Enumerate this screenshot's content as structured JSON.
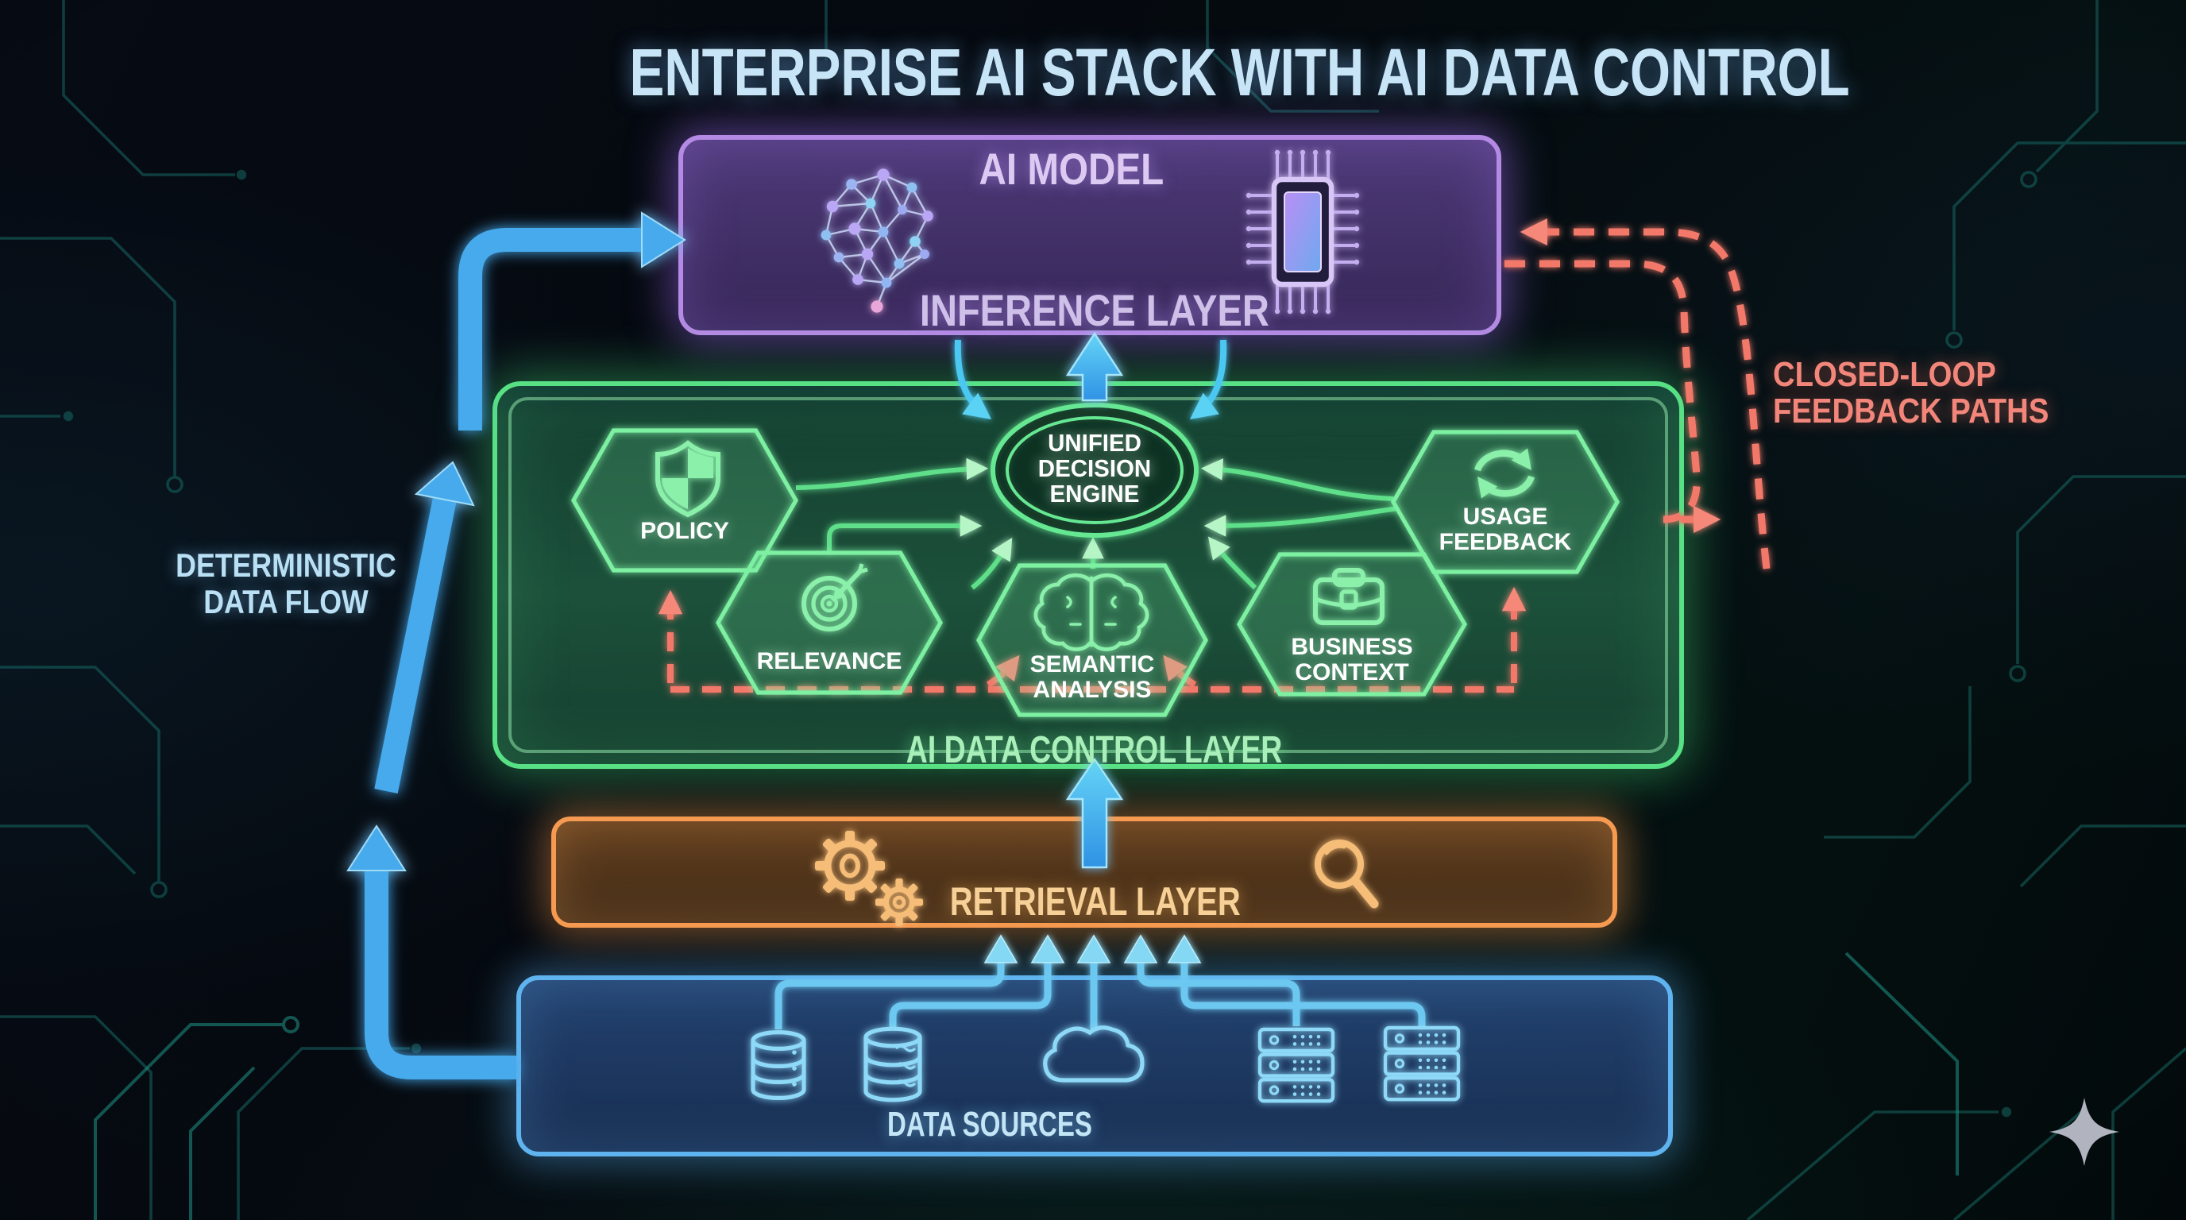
{
  "title": "ENTERPRISE AI STACK WITH AI DATA CONTROL",
  "inference": {
    "title": "AI MODEL",
    "subtitle": "INFERENCE LAYER",
    "icons": [
      "neural-network-icon",
      "chip-icon"
    ]
  },
  "control": {
    "layer_label": "AI DATA CONTROL LAYER",
    "engine": {
      "lines": [
        "UNIFIED",
        "DECISION",
        "ENGINE"
      ]
    },
    "hexagons": [
      {
        "id": "policy",
        "lines": [
          "POLICY"
        ],
        "icon": "shield-icon"
      },
      {
        "id": "relevance",
        "lines": [
          "RELEVANCE"
        ],
        "icon": "target-icon"
      },
      {
        "id": "semantic-analysis",
        "lines": [
          "SEMANTIC",
          "ANALYSIS"
        ],
        "icon": "brain-icon"
      },
      {
        "id": "business-context",
        "lines": [
          "BUSINESS",
          "CONTEXT"
        ],
        "icon": "briefcase-icon"
      },
      {
        "id": "usage-feedback",
        "lines": [
          "USAGE",
          "FEEDBACK"
        ],
        "icon": "refresh-icon"
      }
    ]
  },
  "retrieval": {
    "label": "RETRIEVAL LAYER",
    "icons": [
      "gears-icon",
      "magnifier-icon"
    ]
  },
  "sources": {
    "label": "DATA SOURCES",
    "icons": [
      "database-icon",
      "database-icon",
      "cloud-icon",
      "server-icon",
      "server-icon"
    ]
  },
  "annotations": {
    "deterministic": {
      "lines": [
        "DETERMINISTIC",
        "DATA FLOW"
      ],
      "color": "#b9e0f4"
    },
    "closed_loop": {
      "lines": [
        "CLOSED-LOOP",
        "FEEDBACK PATHS"
      ],
      "color": "#f2867a"
    }
  },
  "colors": {
    "background": "#04070d",
    "title_text": "#c7e5f6",
    "purple_border": "#b48ae4",
    "green_border": "#58e084",
    "orange_border": "#f59a50",
    "blue_border": "#5fb3ee",
    "blue_arrow": "#47aaec",
    "cyan_arrow": "#4cc8f2",
    "red_dashed": "#f2796a",
    "hexagon_stroke": "#7df0a2",
    "control_label_text": "#a9efb9",
    "retrieval_label_text": "#f6d096",
    "sources_label_text": "#c3e5f6",
    "model_label_text": "#dccaf2"
  }
}
